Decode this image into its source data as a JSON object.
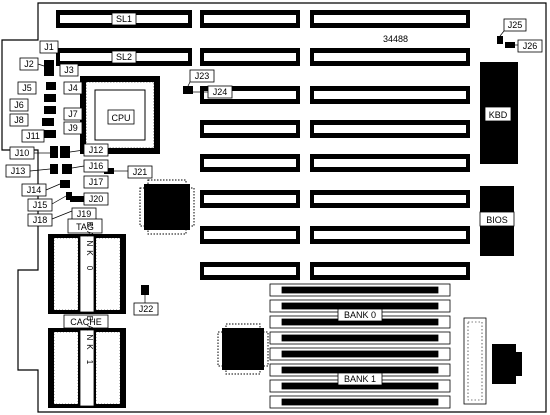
{
  "board": {
    "model_number": "34488",
    "labels": {
      "sl1": "SL1",
      "sl2": "SL2",
      "j1": "J1",
      "j2": "J2",
      "j3": "J3",
      "j4": "J4",
      "j5": "J5",
      "j6": "J6",
      "j7": "J7",
      "j8": "J8",
      "j9": "J9",
      "j10": "J10",
      "j11": "J11",
      "j12": "J12",
      "j13": "J13",
      "j14": "J14",
      "j15": "J15",
      "j16": "J16",
      "j17": "J17",
      "j18": "J18",
      "j19": "J19",
      "j20": "J20",
      "j21": "J21",
      "j22": "J22",
      "j23": "J23",
      "j24": "J24",
      "j25": "J25",
      "j26": "J26",
      "cpu": "CPU",
      "kbd": "KBD",
      "bios": "BIOS",
      "tag": "TAG",
      "cache": "CACHE",
      "bank0_left": "BANK 0",
      "bank1_left": "BANK 1",
      "bank0_simm": "BANK 0",
      "bank1_simm": "BANK 1"
    }
  }
}
